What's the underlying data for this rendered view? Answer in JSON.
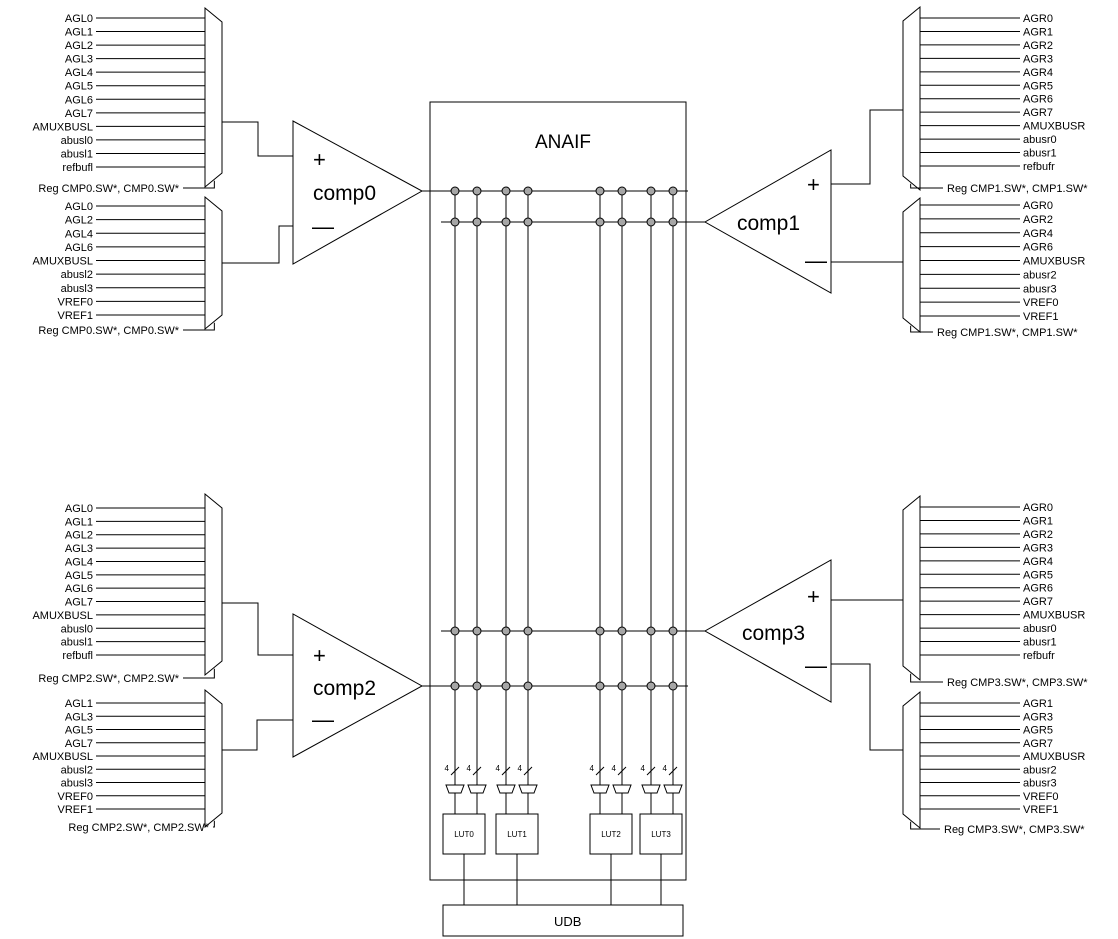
{
  "block_title": "ANAIF",
  "udb_label": "UDB",
  "plus_sign": "+",
  "minus_sign": "—",
  "bus_width": "4",
  "luts": [
    "LUT0",
    "LUT1",
    "LUT2",
    "LUT3"
  ],
  "comparators": [
    {
      "name": "comp0",
      "pos_inputs": [
        "AGL0",
        "AGL1",
        "AGL2",
        "AGL3",
        "AGL4",
        "AGL5",
        "AGL6",
        "AGL7",
        "AMUXBUSL",
        "abusl0",
        "abusl1",
        "refbufl"
      ],
      "pos_reg": "Reg CMP0.SW*, CMP0.SW*",
      "neg_inputs": [
        "AGL0",
        "AGL2",
        "AGL4",
        "AGL6",
        "AMUXBUSL",
        "abusl2",
        "abusl3",
        "VREF0",
        "VREF1"
      ],
      "neg_reg": "Reg CMP0.SW*, CMP0.SW*"
    },
    {
      "name": "comp1",
      "pos_inputs": [
        "AGR0",
        "AGR1",
        "AGR2",
        "AGR3",
        "AGR4",
        "AGR5",
        "AGR6",
        "AGR7",
        "AMUXBUSR",
        "abusr0",
        "abusr1",
        "refbufr"
      ],
      "pos_reg": "Reg CMP1.SW*, CMP1.SW*",
      "neg_inputs": [
        "AGR0",
        "AGR2",
        "AGR4",
        "AGR6",
        "AMUXBUSR",
        "abusr2",
        "abusr3",
        "VREF0",
        "VREF1"
      ],
      "neg_reg": "Reg CMP1.SW*, CMP1.SW*"
    },
    {
      "name": "comp2",
      "pos_inputs": [
        "AGL0",
        "AGL1",
        "AGL2",
        "AGL3",
        "AGL4",
        "AGL5",
        "AGL6",
        "AGL7",
        "AMUXBUSL",
        "abusl0",
        "abusl1",
        "refbufl"
      ],
      "pos_reg": "Reg CMP2.SW*, CMP2.SW*",
      "neg_inputs": [
        "AGL1",
        "AGL3",
        "AGL5",
        "AGL7",
        "AMUXBUSL",
        "abusl2",
        "abusl3",
        "VREF0",
        "VREF1"
      ],
      "neg_reg": "Reg CMP2.SW*, CMP2.SW*"
    },
    {
      "name": "comp3",
      "pos_inputs": [
        "AGR0",
        "AGR1",
        "AGR2",
        "AGR3",
        "AGR4",
        "AGR5",
        "AGR6",
        "AGR7",
        "AMUXBUSR",
        "abusr0",
        "abusr1",
        "refbufr"
      ],
      "pos_reg": "Reg CMP3.SW*, CMP3.SW*",
      "neg_inputs": [
        "AGR1",
        "AGR3",
        "AGR5",
        "AGR7",
        "AMUXBUSR",
        "abusr2",
        "abusr3",
        "VREF0",
        "VREF1"
      ],
      "neg_reg": "Reg CMP3.SW*, CMP3.SW*"
    }
  ]
}
